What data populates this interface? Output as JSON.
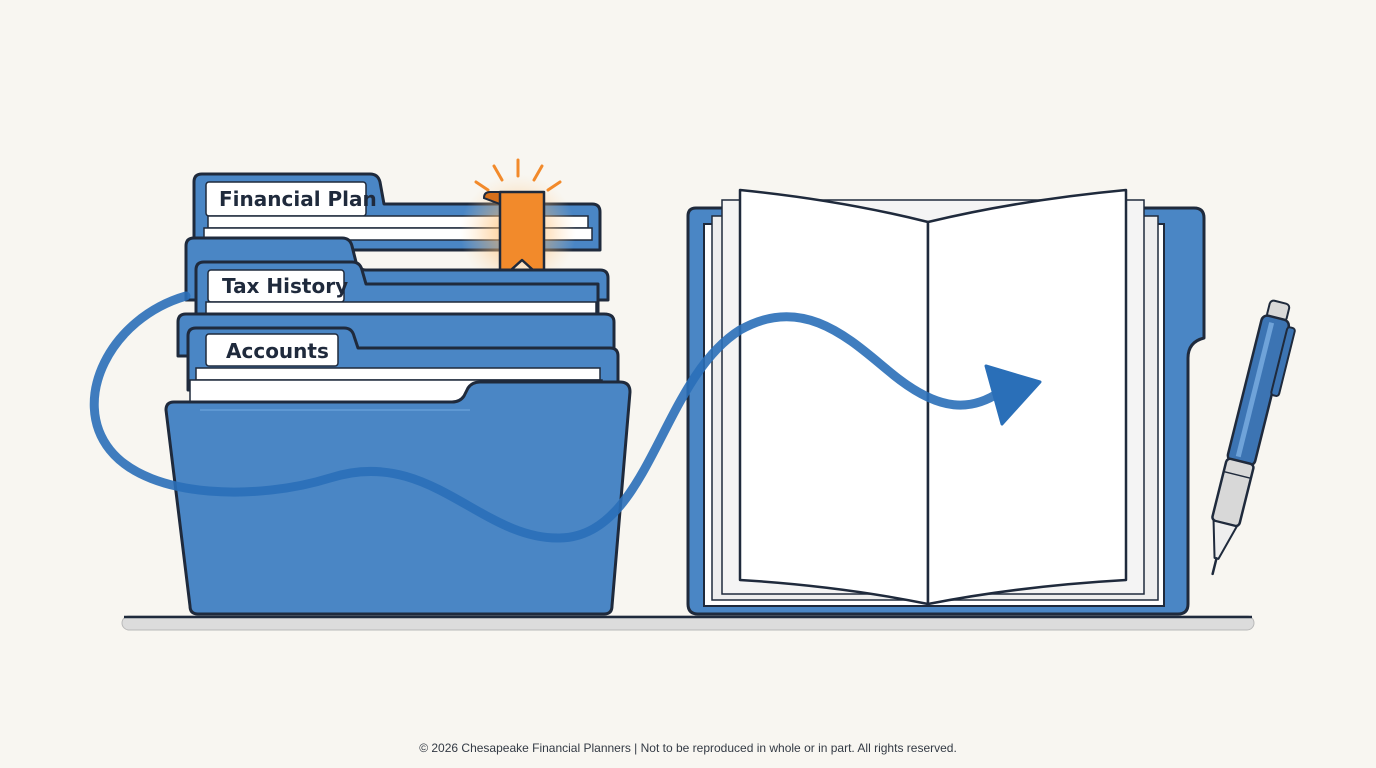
{
  "folders": {
    "financial_plan_label": "Financial Plan",
    "tax_history_label": "Tax History",
    "accounts_label": "Accounts"
  },
  "colors": {
    "folder_blue": "#4a86c5",
    "folder_dark": "#3c74b3",
    "outline": "#1f2a3c",
    "bookmark_orange": "#f28a2b",
    "arrow_blue": "#2a6fb8",
    "background": "#f8f6f1"
  },
  "icons": [
    "folder-icon",
    "bookmark-icon",
    "open-book-icon",
    "pen-icon",
    "curved-arrow-icon"
  ],
  "footer": {
    "text": "© 2026 Chesapeake Financial Planners | Not to be reproduced in whole or in part. All rights reserved."
  }
}
